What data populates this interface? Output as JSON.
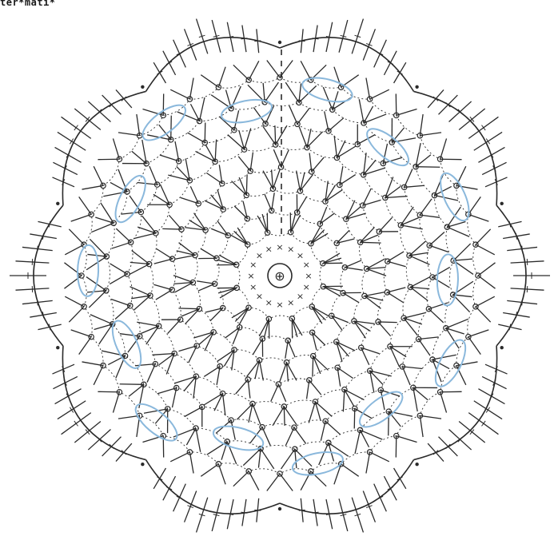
{
  "header_text": "ter*mati*",
  "center_symbol": "⊕",
  "colors": {
    "ink": "#2a2a2a",
    "highlight": "#8ab8dc",
    "paper": "#ffffff"
  },
  "diagram": {
    "type": "crochet-doily-chart",
    "rounds": 9,
    "petals": 10,
    "highlight_groups": 14
  }
}
